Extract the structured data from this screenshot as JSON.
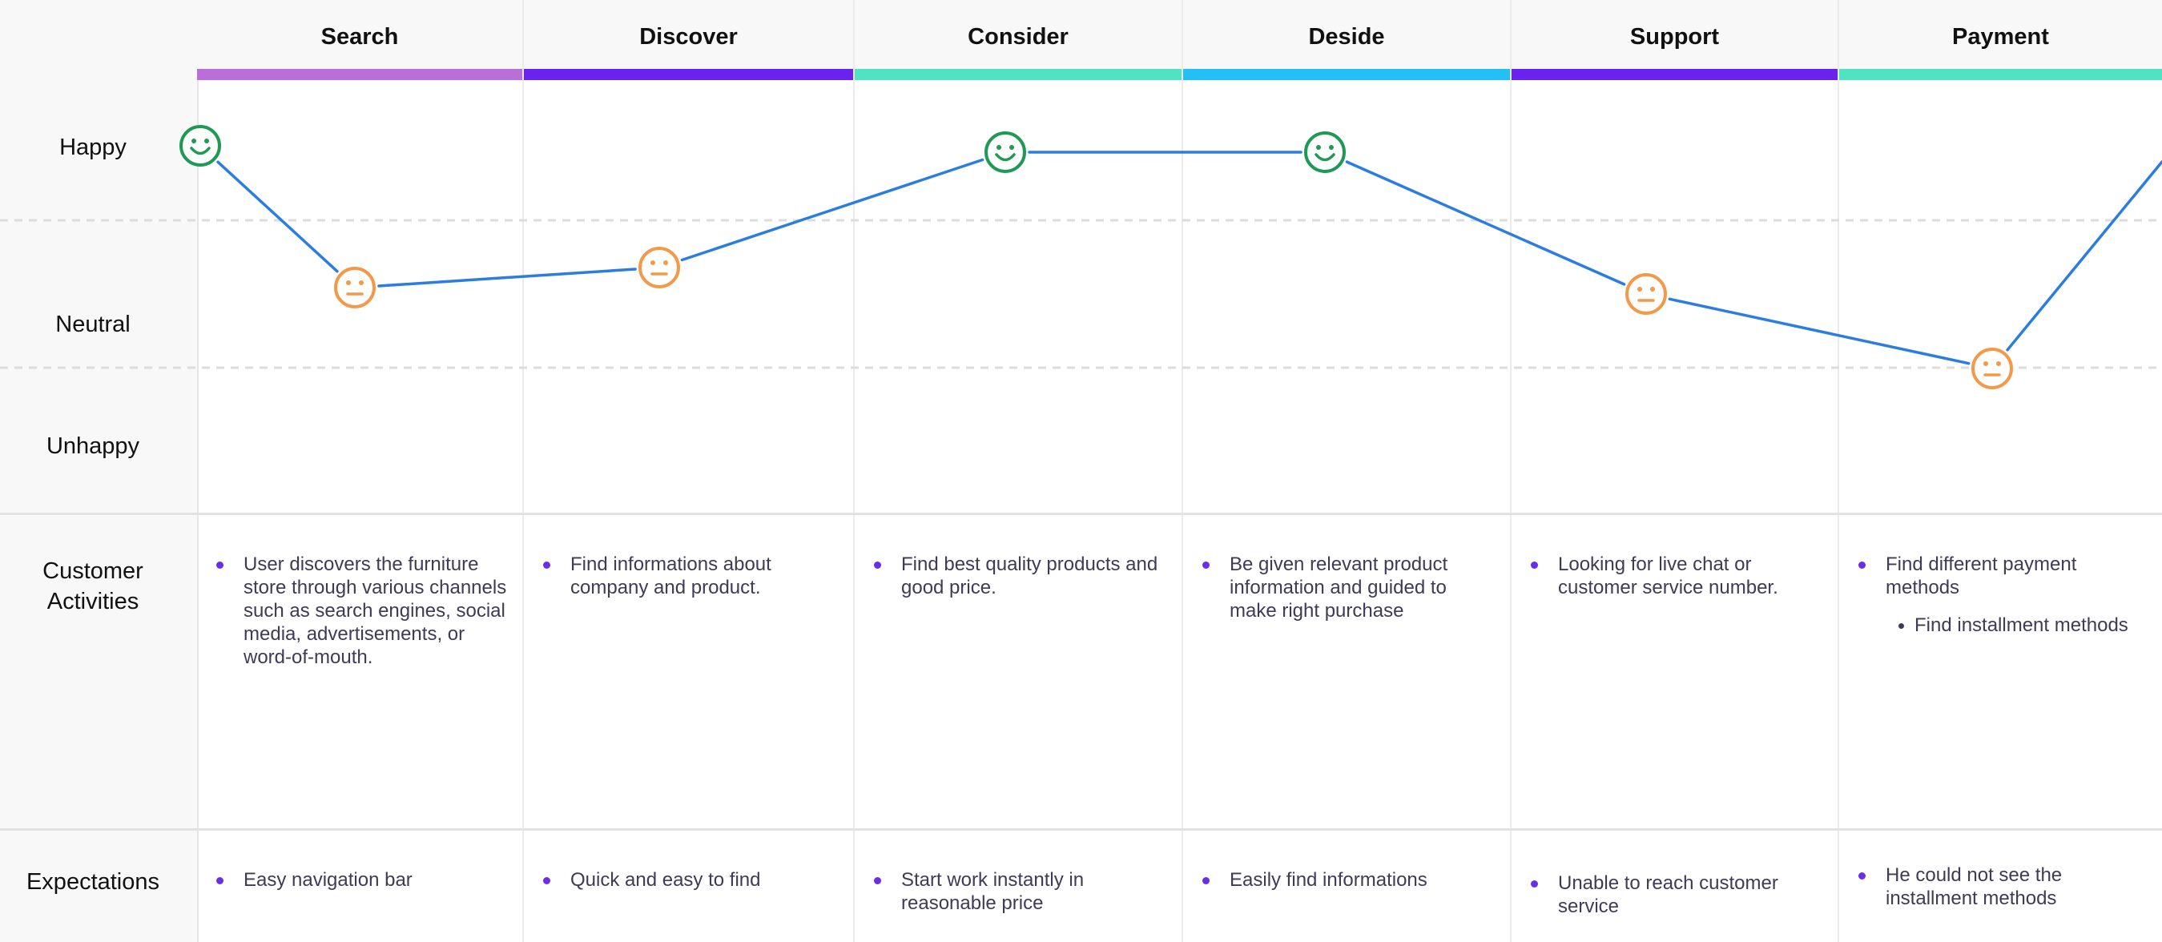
{
  "colors": {
    "line": "#2b7de1",
    "happy": "#1f9a55",
    "neutral": "#f2994a",
    "bullet": "#6a2ee8",
    "divider_dashed": "#dcdcdc"
  },
  "row_labels": {
    "happy": "Happy",
    "neutral": "Neutral",
    "unhappy": "Unhappy",
    "activities_line1": "Customer",
    "activities_line2": "Activities",
    "expectations": "Expectations"
  },
  "stages": [
    {
      "title": "Search",
      "color": "#b86fd9",
      "emotion": "neutral",
      "activities": [
        "User discovers the furniture store through various channels such as search engines, social media, advertisements, or word-of-mouth."
      ],
      "activity_sub": [],
      "expectations": [
        "Easy navigation bar"
      ]
    },
    {
      "title": "Discover",
      "color": "#6a22ee",
      "emotion": "neutral",
      "activities": [
        "Find informations about company and product."
      ],
      "activity_sub": [],
      "expectations": [
        "Quick and easy to find"
      ]
    },
    {
      "title": "Consider",
      "color": "#4fe3c2",
      "emotion": "happy",
      "activities": [
        "Find best quality products and good price."
      ],
      "activity_sub": [],
      "expectations": [
        "Start work instantly in reasonable price"
      ]
    },
    {
      "title": "Deside",
      "color": "#22c0f5",
      "emotion": "happy",
      "activities": [
        "Be given relevant product information and guided to make right purchase"
      ],
      "activity_sub": [],
      "expectations": [
        "Easily find informations"
      ]
    },
    {
      "title": "Support",
      "color": "#6a22ee",
      "emotion": "neutral",
      "activities": [
        "Looking for live chat or customer service number."
      ],
      "activity_sub": [],
      "expectations": [
        "Unable to reach customer service"
      ]
    },
    {
      "title": "Payment",
      "color": "#4fe3c2",
      "emotion": "neutral",
      "activities": [
        "Find different payment methods"
      ],
      "activity_sub": [
        "Find installment methods"
      ],
      "expectations": [
        "He could not see the installment methods"
      ]
    }
  ],
  "journey_points": [
    {
      "emotion": "happy"
    },
    {
      "emotion": "neutral"
    },
    {
      "emotion": "neutral"
    },
    {
      "emotion": "happy"
    },
    {
      "emotion": "happy"
    },
    {
      "emotion": "neutral"
    },
    {
      "emotion": "neutral"
    }
  ]
}
